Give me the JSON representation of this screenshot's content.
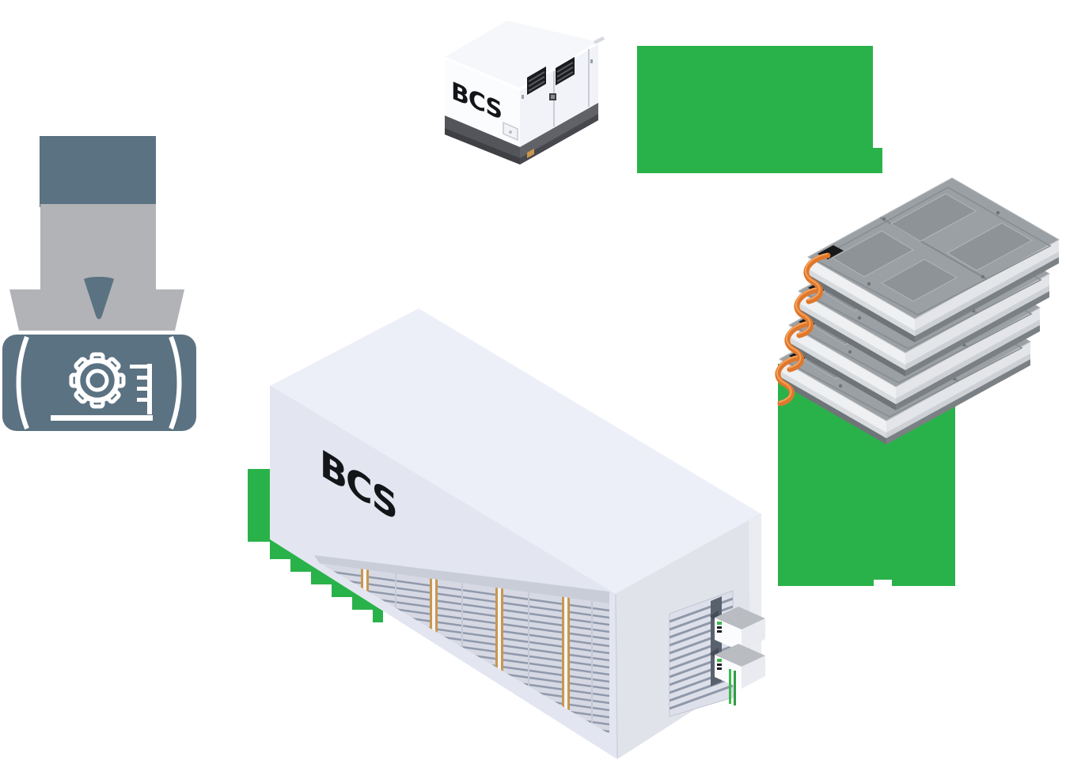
{
  "illustration": {
    "background": "#ffffff",
    "logos": {
      "generator": "BCS",
      "container": "BCS"
    },
    "colors": {
      "accent_green": "#2ab24a",
      "blueprint_slate": "#5b7282",
      "icon_gray": "#b1b3b6",
      "cable_orange": "#e0772b",
      "battery_top_gray": "#9ba0a4",
      "container_left_face": "#e3e6f1",
      "container_roof": "#edeff8",
      "container_end_face": "#e1e3eb",
      "generator_base_gray": "#55565a",
      "louver_bar_gold": "#cf9d55",
      "logo_black": "#141519"
    },
    "parts": [
      {
        "name": "diesel-generator-illustration",
        "logo": "BCS"
      },
      {
        "name": "green-placeholder-block-top-right"
      },
      {
        "name": "battery-module-stack-illustration",
        "modules": 4
      },
      {
        "name": "green-placeholder-block-right"
      },
      {
        "name": "engineering-blueprint-gear-icon"
      },
      {
        "name": "bcs-battery-container-illustration",
        "logo": "BCS"
      },
      {
        "name": "green-placeholder-block-left"
      }
    ]
  }
}
